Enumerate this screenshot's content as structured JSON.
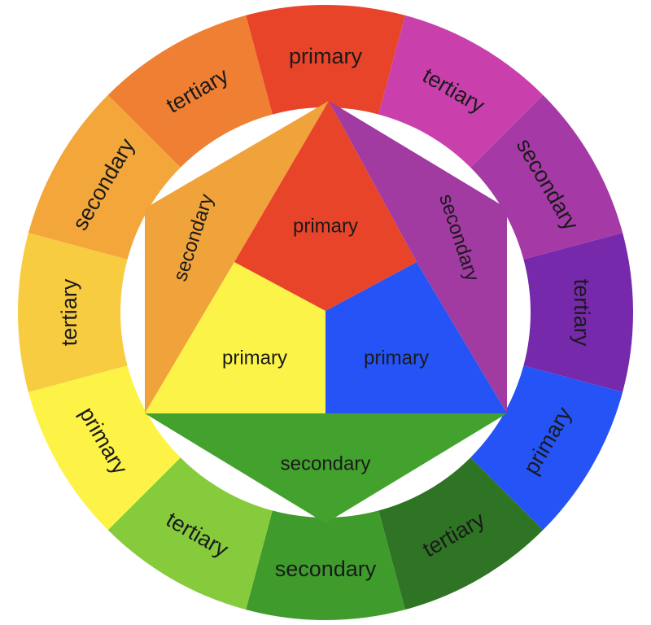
{
  "colors": {
    "red": "#e8442a",
    "magenta": "#c940ad",
    "violet": "#a53aa6",
    "purple": "#7629ab",
    "blue": "#2553f5",
    "dark_green": "#2e7424",
    "green": "#3f9c2c",
    "yellow_green": "#86cb3c",
    "yellow": "#fdf346",
    "yellow_orange": "#f8cc41",
    "orange": "#f3a73a",
    "red_orange": "#ef7f33",
    "inner_red": "#e8442a",
    "inner_yellow": "#fbf347",
    "inner_blue": "#2553f5",
    "inner_orange": "#f1a33b",
    "inner_purple": "#a13aa1",
    "inner_green": "#43a22d"
  },
  "ring": {
    "segments": [
      {
        "label": "primary",
        "color_key": "red"
      },
      {
        "label": "tertiary",
        "color_key": "magenta"
      },
      {
        "label": "secondary",
        "color_key": "violet"
      },
      {
        "label": "tertiary",
        "color_key": "purple"
      },
      {
        "label": "primary",
        "color_key": "blue"
      },
      {
        "label": "tertiary",
        "color_key": "dark_green"
      },
      {
        "label": "secondary",
        "color_key": "green"
      },
      {
        "label": "tertiary",
        "color_key": "yellow_green"
      },
      {
        "label": "primary",
        "color_key": "yellow"
      },
      {
        "label": "tertiary",
        "color_key": "yellow_orange"
      },
      {
        "label": "secondary",
        "color_key": "orange"
      },
      {
        "label": "tertiary",
        "color_key": "red_orange"
      }
    ]
  },
  "inner": {
    "red_label": "primary",
    "yellow_label": "primary",
    "blue_label": "primary",
    "orange_label": "secondary",
    "purple_label": "secondary",
    "green_label": "secondary"
  }
}
